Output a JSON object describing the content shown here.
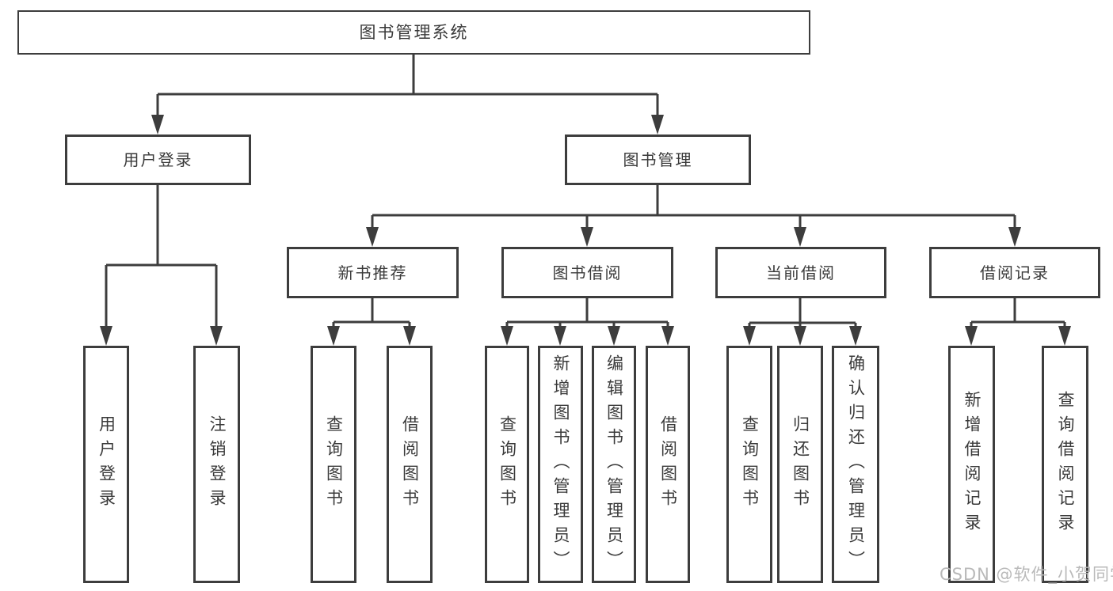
{
  "colors": {
    "line": "#3d3d3d",
    "text": "#3a3a3a",
    "watermark": "#b9b9b9",
    "bg": "#ffffff"
  },
  "nodes": {
    "root": {
      "label": "图书管理系统"
    },
    "level2": [
      {
        "label": "用户登录"
      },
      {
        "label": "图书管理"
      }
    ],
    "level3": [
      {
        "parent": "图书管理",
        "label": "新书推荐"
      },
      {
        "parent": "图书管理",
        "label": "图书借阅"
      },
      {
        "parent": "图书管理",
        "label": "当前借阅"
      },
      {
        "parent": "图书管理",
        "label": "借阅记录"
      }
    ],
    "leaves": [
      {
        "parent": "用户登录",
        "label": "用户登录"
      },
      {
        "parent": "用户登录",
        "label": "注销登录"
      },
      {
        "parent": "新书推荐",
        "label": "查询图书"
      },
      {
        "parent": "新书推荐",
        "label": "借阅图书"
      },
      {
        "parent": "图书借阅",
        "label": "查询图书"
      },
      {
        "parent": "图书借阅",
        "label": "新增图书（管理员）"
      },
      {
        "parent": "图书借阅",
        "label": "编辑图书（管理员）"
      },
      {
        "parent": "图书借阅",
        "label": "借阅图书"
      },
      {
        "parent": "当前借阅",
        "label": "查询图书"
      },
      {
        "parent": "当前借阅",
        "label": "归还图书"
      },
      {
        "parent": "当前借阅",
        "label": "确认归还（管理员）"
      },
      {
        "parent": "借阅记录",
        "label": "新增借阅记录"
      },
      {
        "parent": "借阅记录",
        "label": "查询借阅记录"
      }
    ]
  },
  "watermark": "CSDN @软件_小贺同学"
}
